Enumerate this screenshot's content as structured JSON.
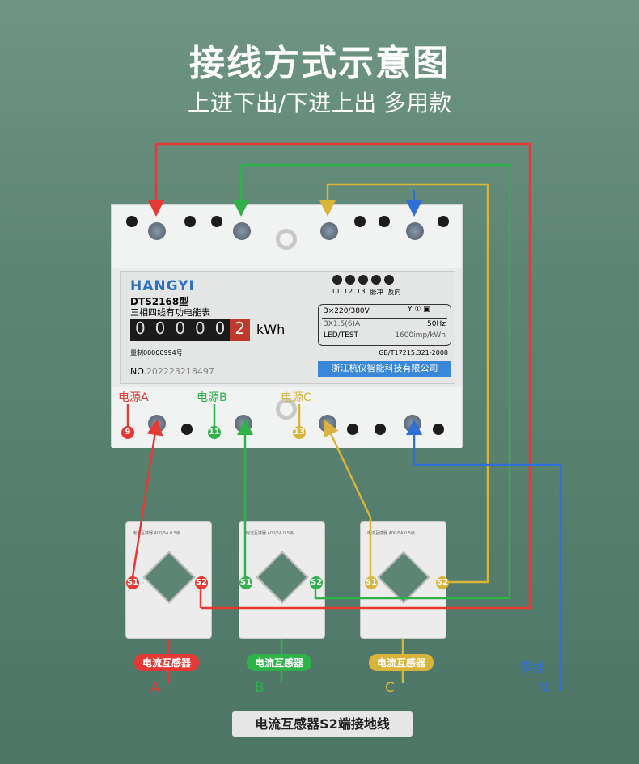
{
  "header": {
    "title": "接线方式示意图",
    "subtitle": "上进下出/下进上出 多用款"
  },
  "meter": {
    "brand": "HANGYI",
    "model": "DTS2168型",
    "type": "三相四线有功电能表",
    "digits": [
      "0",
      "0",
      "0",
      "0",
      "0",
      "2"
    ],
    "unit": "kWh",
    "cert": "量制00000994号",
    "serial_label": "NO.",
    "serial": "202223218497",
    "indicators": [
      "L1",
      "L2",
      "L3",
      "脉冲",
      "反向"
    ],
    "voltage": "3×220/380V",
    "current": "3X1.5(6)A",
    "frequency": "50Hz",
    "led": "LED/TEST",
    "constant": "1600imp/kWh",
    "standard": "GB/T17215.321-2008",
    "maker": "浙江杭仪智能科技有限公司"
  },
  "terminals": {
    "a_label": "电源A",
    "b_label": "电源B",
    "c_label": "电源C",
    "a_num": "9",
    "b_num": "11",
    "c_num": "13"
  },
  "cts": [
    {
      "s1": "S1",
      "s2": "S2",
      "tag": "电流互感器",
      "letter": "A",
      "color": "#e53935"
    },
    {
      "s1": "S1",
      "s2": "S2",
      "tag": "电流互感器",
      "letter": "B",
      "color": "#2fb24a"
    },
    {
      "s1": "S1",
      "s2": "S2",
      "tag": "电流互感器",
      "letter": "C",
      "color": "#d9b43a"
    }
  ],
  "neutral": {
    "label": "零线",
    "letter": "N",
    "color": "#2f6fd6"
  },
  "footer": {
    "note": "电流互感器S2端接地线"
  }
}
